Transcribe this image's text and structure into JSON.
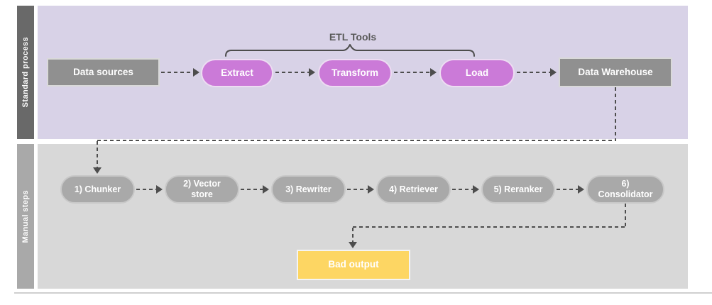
{
  "lanes": [
    {
      "label": "Standard process"
    },
    {
      "label": "Manual steps"
    }
  ],
  "etl": {
    "group_label": "ETL Tools"
  },
  "nodes": {
    "data_sources": "Data sources",
    "extract": "Extract",
    "transform": "Transform",
    "load": "Load",
    "data_warehouse": "Data Warehouse",
    "chunker": "1) Chunker",
    "vector_store": "2) Vector store",
    "rewriter": "3) Rewriter",
    "retriever": "4) Retriever",
    "reranker": "5) Reranker",
    "consolidator": "6) Consolidator",
    "bad_output": "Bad output"
  },
  "colors": {
    "standard_lane_bg": "#d8d2e7",
    "standard_lane_label_bg": "#696969",
    "manual_lane_bg": "#d8d8d8",
    "manual_lane_label_bg": "#a9a9a9",
    "etl_node": "#cb7ad8",
    "gray_node": "#909090",
    "manual_node": "#a9a9a9",
    "bad_output_node": "#fdd663",
    "connector": "#4d4d4d"
  }
}
